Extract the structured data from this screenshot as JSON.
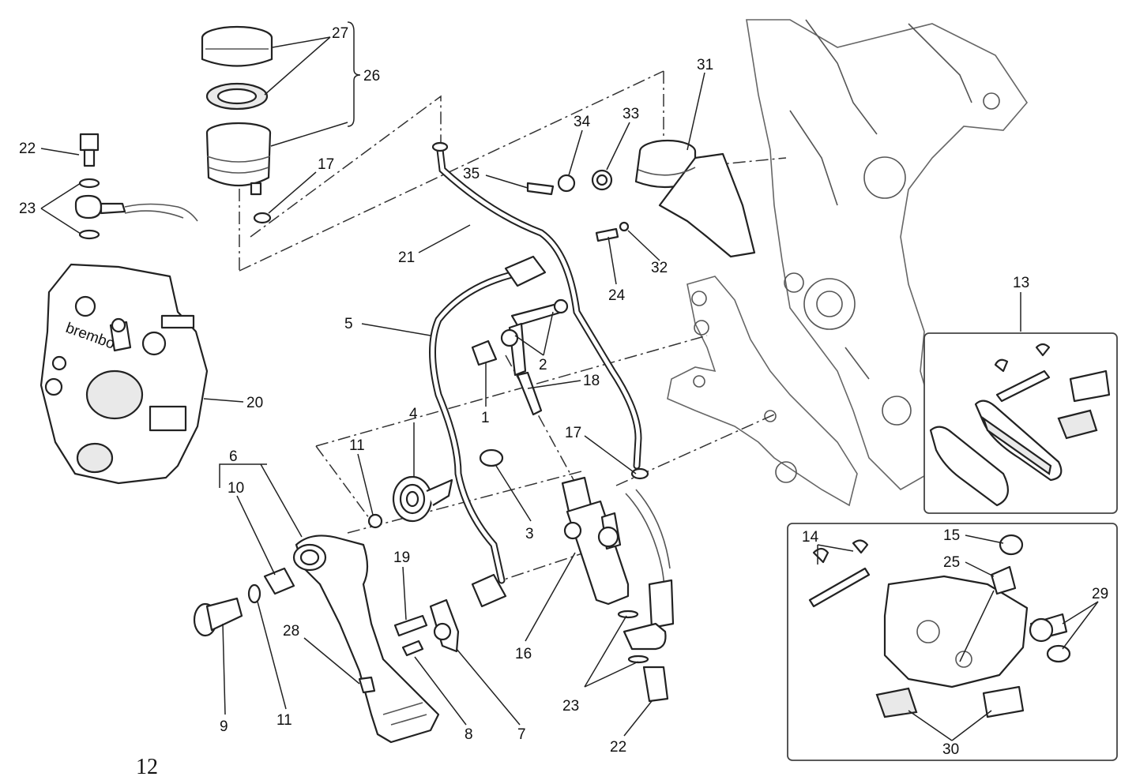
{
  "page_number": "12",
  "callouts": {
    "c1": "1",
    "c2": "2",
    "c3": "3",
    "c4": "4",
    "c5": "5",
    "c6": "6",
    "c7": "7",
    "c8": "8",
    "c9": "9",
    "c10": "10",
    "c11a": "11",
    "c11b": "11",
    "c13": "13",
    "c14": "14",
    "c15": "15",
    "c16": "16",
    "c17a": "17",
    "c17b": "17",
    "c18": "18",
    "c19": "19",
    "c20": "20",
    "c21": "21",
    "c22a": "22",
    "c22b": "22",
    "c23a": "23",
    "c23b": "23",
    "c24": "24",
    "c25": "25",
    "c26": "26",
    "c27": "27",
    "c28": "28",
    "c29": "29",
    "c30": "30",
    "c31": "31",
    "c32": "32",
    "c33": "33",
    "c34": "34",
    "c35": "35"
  },
  "logo_text": "brembo"
}
